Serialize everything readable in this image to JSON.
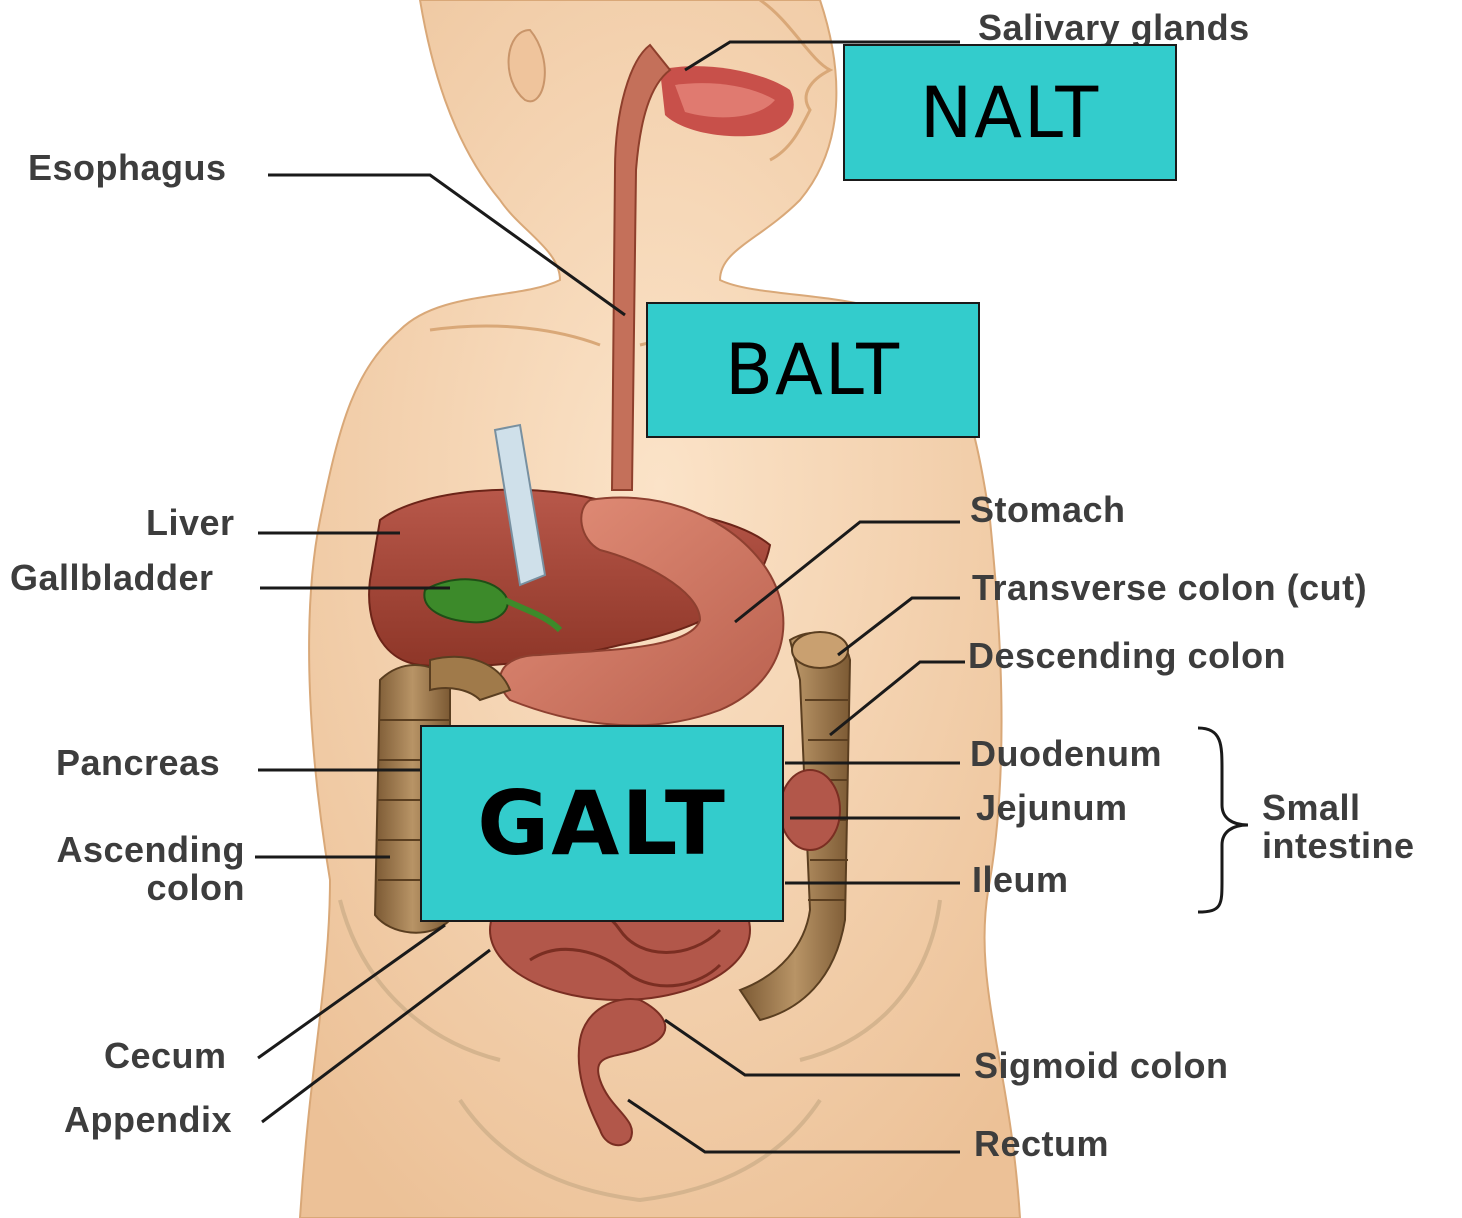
{
  "labels": {
    "salivary_glands": "Salivary glands",
    "esophagus": "Esophagus",
    "liver": "Liver",
    "gallbladder": "Gallbladder",
    "pancreas": "Pancreas",
    "ascending_colon_line1": "Ascending",
    "ascending_colon_line2": "colon",
    "cecum": "Cecum",
    "appendix": "Appendix",
    "stomach": "Stomach",
    "transverse_colon": "Transverse colon (cut)",
    "descending_colon": "Descending colon",
    "duodenum": "Duodenum",
    "jejunum": "Jejunum",
    "ileum": "Ileum",
    "small_intestine_line1": "Small",
    "small_intestine_line2": "intestine",
    "sigmoid_colon": "Sigmoid colon",
    "rectum": "Rectum"
  },
  "overlays": {
    "nalt": "NALT",
    "balt": "BALT",
    "galt": "GALT",
    "fill_color": "#33cccc"
  },
  "colors": {
    "skin": "#f6d2ac",
    "organ": "#a8493a",
    "colon": "#9c7a4c",
    "gallbladder": "#3c8a2a",
    "leader_line": "#1a1a1a"
  }
}
